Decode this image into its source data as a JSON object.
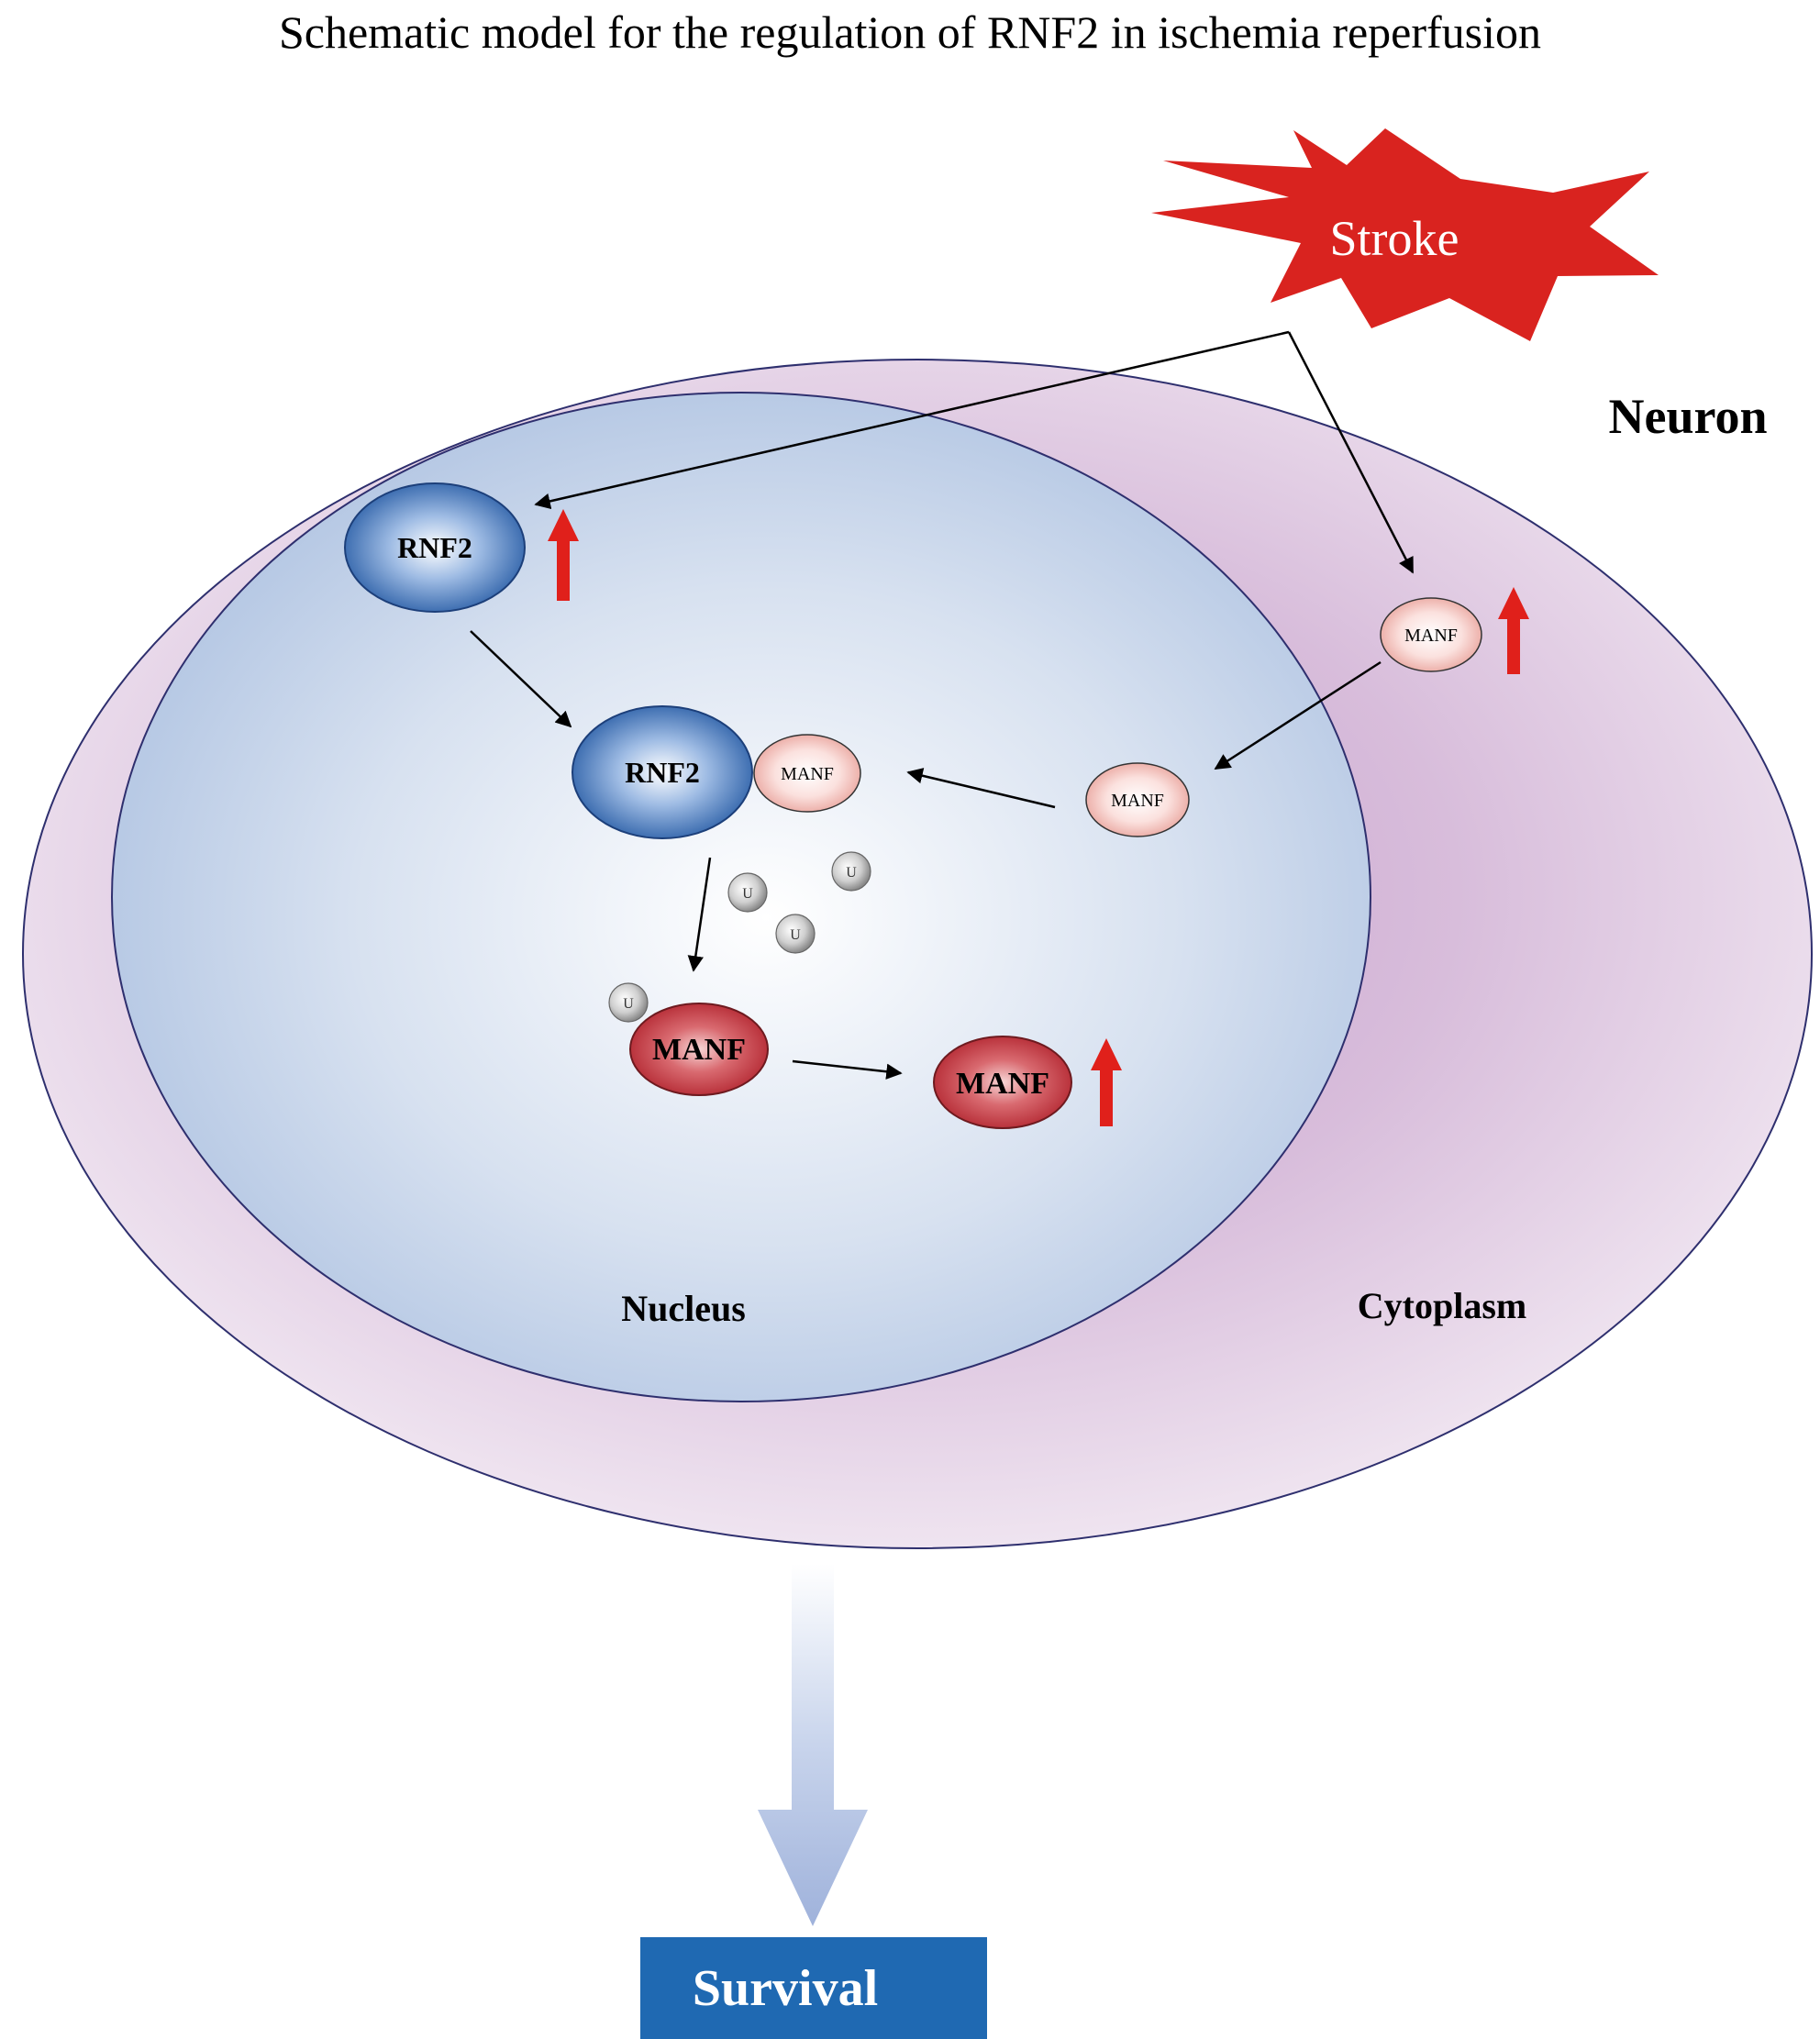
{
  "title": "Schematic model for the regulation of RNF2 in ischemia reperfusion",
  "labels": {
    "stroke": "Stroke",
    "neuron": "Neuron",
    "nucleus": "Nucleus",
    "cytoplasm": "Cytoplasm",
    "survival": "Survival"
  },
  "molecules": {
    "rnf2": "RNF2",
    "manf": "MANF",
    "ubiquitin": "U"
  },
  "colors": {
    "stroke_fill": "#d9231f",
    "upregulation_arrow": "#e0201b",
    "survival_box": "#1f69b2",
    "neuron_fill": "#dcc3de",
    "nucleus_fill": "#b8c9e4",
    "rnf2_fill": "#2d62a8",
    "manf_light": "#f2b9b3",
    "manf_dark": "#b8333a",
    "down_arrow": "#a9bbdf"
  },
  "icons": {
    "upregulation": "up-arrow-icon",
    "stroke": "starburst-icon",
    "outcome": "down-arrow-icon"
  }
}
